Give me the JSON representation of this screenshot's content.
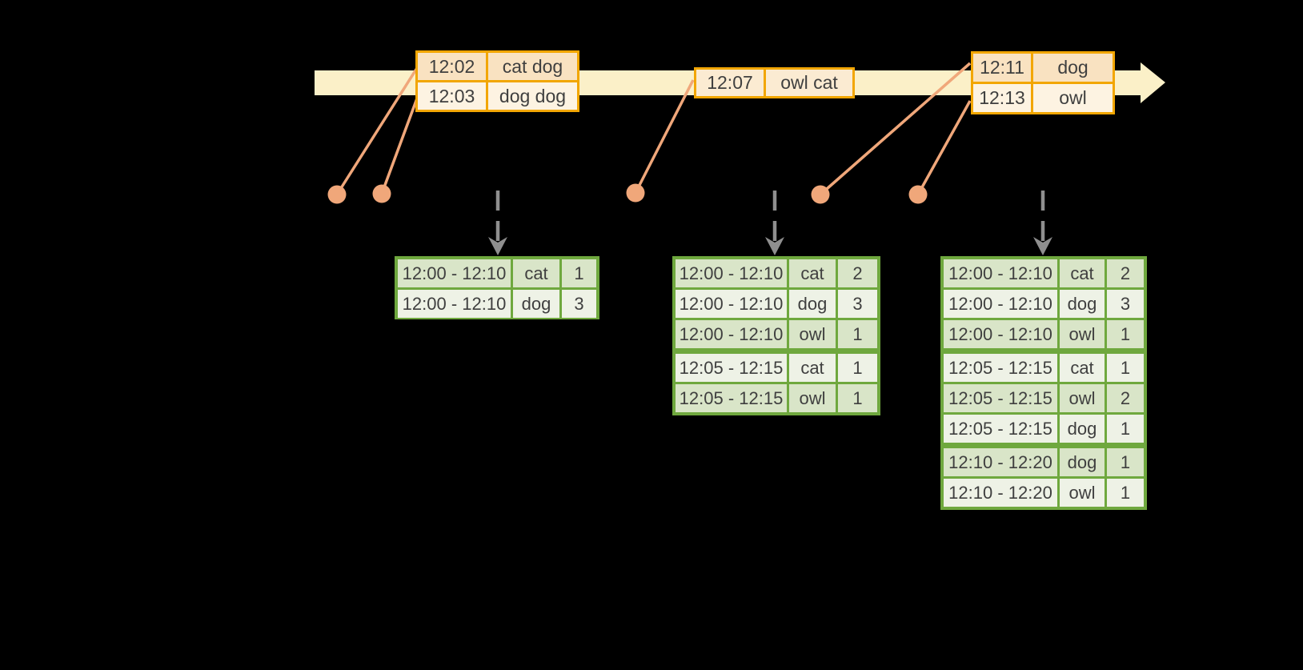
{
  "colors": {
    "background": "#000000",
    "timeline_fill": "#FBF0C8",
    "gold_border": "#F2A602",
    "row_peach": "#F9E2C1",
    "row_cream": "#FDF3E2",
    "row_peach_light": "#FBEBD2",
    "event_salmon": "#F0A77A",
    "green_border": "#6FA83E",
    "row_green_dark": "#D9E5C8",
    "row_green_light": "#EEF2E6",
    "trigger_gray": "#8F8F8F",
    "text": "#3F3F3F"
  },
  "input_tables": [
    {
      "rows": [
        {
          "time": "12:02",
          "words": "cat dog",
          "tone": "peach"
        },
        {
          "time": "12:03",
          "words": "dog dog",
          "tone": "cream"
        }
      ]
    },
    {
      "rows": [
        {
          "time": "12:07",
          "words": "owl cat",
          "tone": "peach_light"
        }
      ]
    },
    {
      "rows": [
        {
          "time": "12:11",
          "words": "dog",
          "tone": "peach"
        },
        {
          "time": "12:13",
          "words": "owl",
          "tone": "cream"
        }
      ]
    }
  ],
  "result_tables": [
    {
      "group_breaks": [],
      "rows": [
        {
          "window": "12:00 - 12:10",
          "word": "cat",
          "count": "1"
        },
        {
          "window": "12:00 - 12:10",
          "word": "dog",
          "count": "3"
        }
      ]
    },
    {
      "group_breaks": [
        3
      ],
      "rows": [
        {
          "window": "12:00 - 12:10",
          "word": "cat",
          "count": "2"
        },
        {
          "window": "12:00 - 12:10",
          "word": "dog",
          "count": "3"
        },
        {
          "window": "12:00 - 12:10",
          "word": "owl",
          "count": "1"
        },
        {
          "window": "12:05 - 12:15",
          "word": "cat",
          "count": "1"
        },
        {
          "window": "12:05 - 12:15",
          "word": "owl",
          "count": "1"
        }
      ]
    },
    {
      "group_breaks": [
        3,
        6
      ],
      "rows": [
        {
          "window": "12:00 - 12:10",
          "word": "cat",
          "count": "2"
        },
        {
          "window": "12:00 - 12:10",
          "word": "dog",
          "count": "3"
        },
        {
          "window": "12:00 - 12:10",
          "word": "owl",
          "count": "1"
        },
        {
          "window": "12:05 - 12:15",
          "word": "cat",
          "count": "1"
        },
        {
          "window": "12:05 - 12:15",
          "word": "owl",
          "count": "2"
        },
        {
          "window": "12:05 - 12:15",
          "word": "dog",
          "count": "1"
        },
        {
          "window": "12:10 - 12:20",
          "word": "dog",
          "count": "1"
        },
        {
          "window": "12:10 - 12:20",
          "word": "owl",
          "count": "1"
        }
      ]
    }
  ]
}
